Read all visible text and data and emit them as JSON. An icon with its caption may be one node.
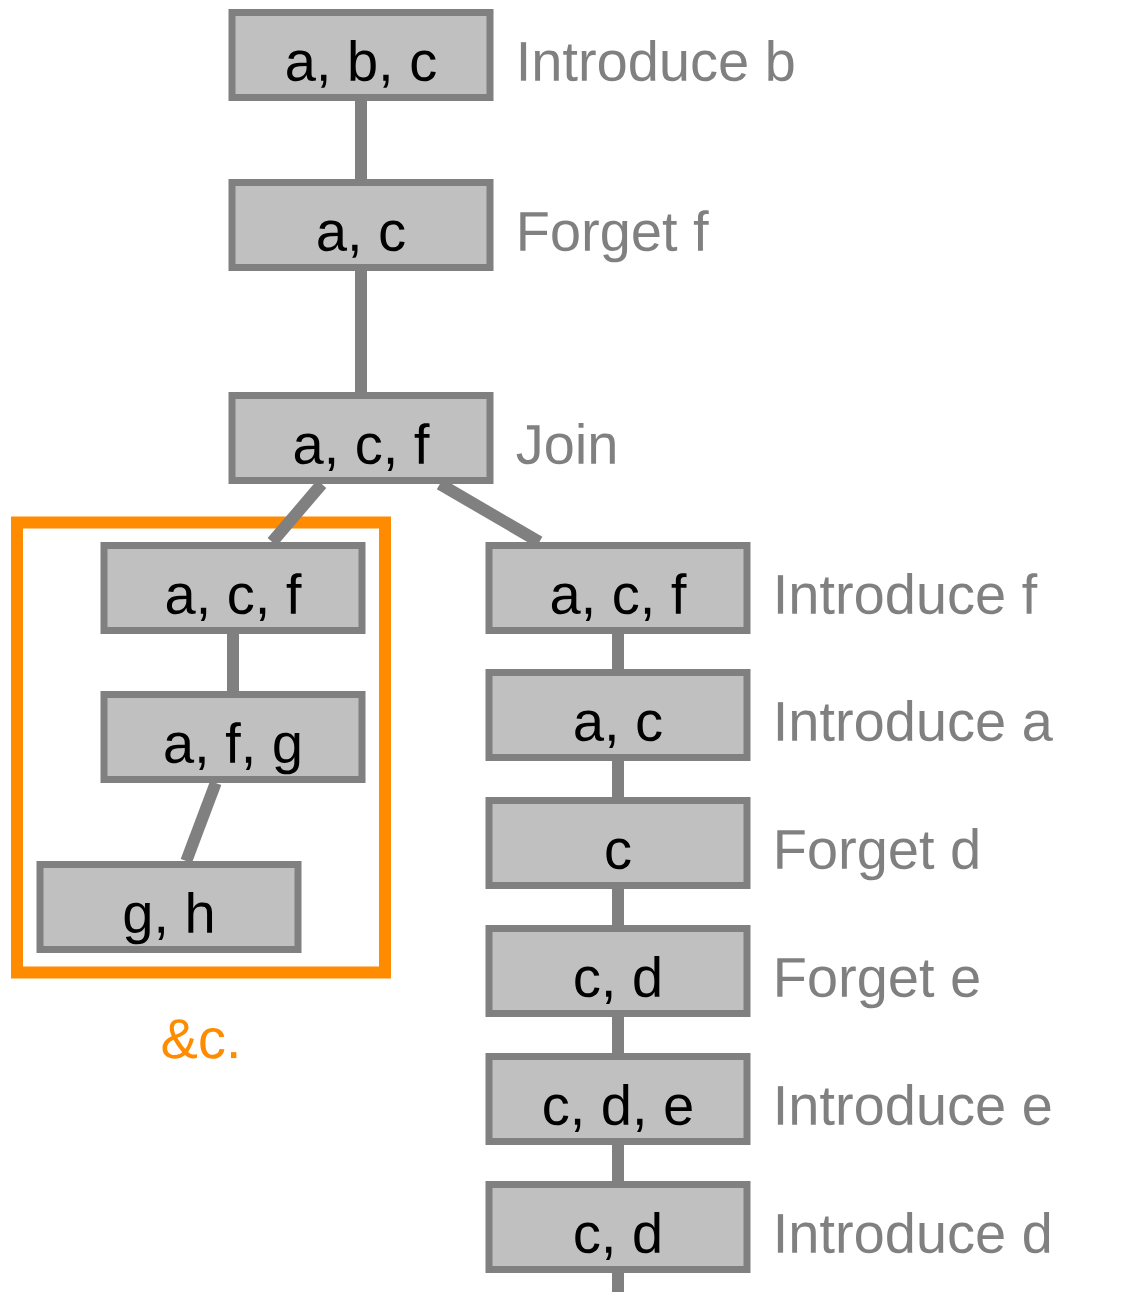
{
  "diagram": {
    "nodes": [
      {
        "text": [
          "a, b, c"
        ],
        "beside": [
          "Introduce b"
        ]
      },
      {
        "text": [
          "a, c"
        ],
        "beside": [
          "Forget f"
        ]
      },
      {
        "text": [
          "a, c, f"
        ],
        "beside": [
          "Join"
        ]
      },
      {
        "text": [
          "&c."
        ]
      },
      {
        "text": [
          "a, c, f"
        ],
        "in": 3
      },
      {
        "text": [
          "a, f, g"
        ],
        "in": 3
      },
      {
        "text": [
          "g, h"
        ],
        "in": 3
      },
      {
        "text": [
          "a, c, f"
        ],
        "beside": [
          "Introduce f"
        ]
      },
      {
        "text": [
          "a, c"
        ],
        "beside": [
          "Introduce a"
        ]
      },
      {
        "text": [
          "c"
        ],
        "beside": [
          "Forget d"
        ]
      },
      {
        "text": [
          "c, d"
        ],
        "beside": [
          "Forget e"
        ]
      },
      {
        "text": [
          "c, d, e"
        ],
        "beside": [
          "Introduce e"
        ]
      },
      {
        "text": [
          "c, d"
        ],
        "beside": [
          "Introduce d"
        ]
      }
    ],
    "edges": [
      {
        "from": 0,
        "to": 1,
        "arrow": "none"
      },
      {
        "from": 1,
        "to": 2,
        "arrow": "none"
      },
      {
        "from": 2,
        "to": 4,
        "arrow": "none"
      },
      {
        "from": 4,
        "to": 5,
        "arrow": "none"
      },
      {
        "from": 5,
        "to": 6,
        "arrow": "none"
      },
      {
        "from": 2,
        "to": 7,
        "arrow": "none"
      },
      {
        "from": 7,
        "to": 8,
        "arrow": "none"
      },
      {
        "from": 8,
        "to": 9,
        "arrow": "none"
      },
      {
        "from": 9,
        "to": 10,
        "arrow": "none"
      },
      {
        "from": 10,
        "to": 11,
        "arrow": "none"
      },
      {
        "from": 11,
        "to": 12,
        "arrow": "none"
      },
      {
        "from": 12,
        "to": null,
        "arrow": "none"
      }
    ]
  }
}
